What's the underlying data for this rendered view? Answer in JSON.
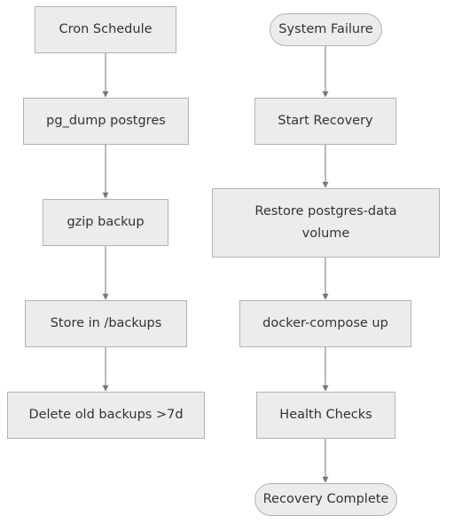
{
  "diagram": {
    "colors": {
      "node_fill": "#ececec",
      "node_border": "#b3b3b3",
      "text": "#333333",
      "edge": "#777777"
    },
    "backup_flow": {
      "nodes": [
        {
          "id": "cron",
          "label": "Cron Schedule",
          "shape": "rectangle"
        },
        {
          "id": "pgdump",
          "label": "pg_dump postgres",
          "shape": "rectangle"
        },
        {
          "id": "gzip",
          "label": "gzip backup",
          "shape": "rectangle"
        },
        {
          "id": "store",
          "label": "Store in /backups",
          "shape": "rectangle"
        },
        {
          "id": "delete",
          "label": "Delete old backups >7d",
          "shape": "rectangle"
        }
      ]
    },
    "recovery_flow": {
      "nodes": [
        {
          "id": "failure",
          "label": "System Failure",
          "shape": "stadium"
        },
        {
          "id": "start",
          "label": "Start Recovery",
          "shape": "rectangle"
        },
        {
          "id": "restore",
          "label": "Restore postgres-data volume",
          "shape": "rectangle"
        },
        {
          "id": "compose",
          "label": "docker-compose up",
          "shape": "rectangle"
        },
        {
          "id": "health",
          "label": "Health Checks",
          "shape": "rectangle"
        },
        {
          "id": "complete",
          "label": "Recovery Complete",
          "shape": "stadium"
        }
      ]
    },
    "edges": [
      {
        "from": "cron",
        "to": "pgdump"
      },
      {
        "from": "pgdump",
        "to": "gzip"
      },
      {
        "from": "gzip",
        "to": "store"
      },
      {
        "from": "store",
        "to": "delete"
      },
      {
        "from": "failure",
        "to": "start"
      },
      {
        "from": "start",
        "to": "restore"
      },
      {
        "from": "restore",
        "to": "compose"
      },
      {
        "from": "compose",
        "to": "health"
      },
      {
        "from": "health",
        "to": "complete"
      }
    ]
  }
}
